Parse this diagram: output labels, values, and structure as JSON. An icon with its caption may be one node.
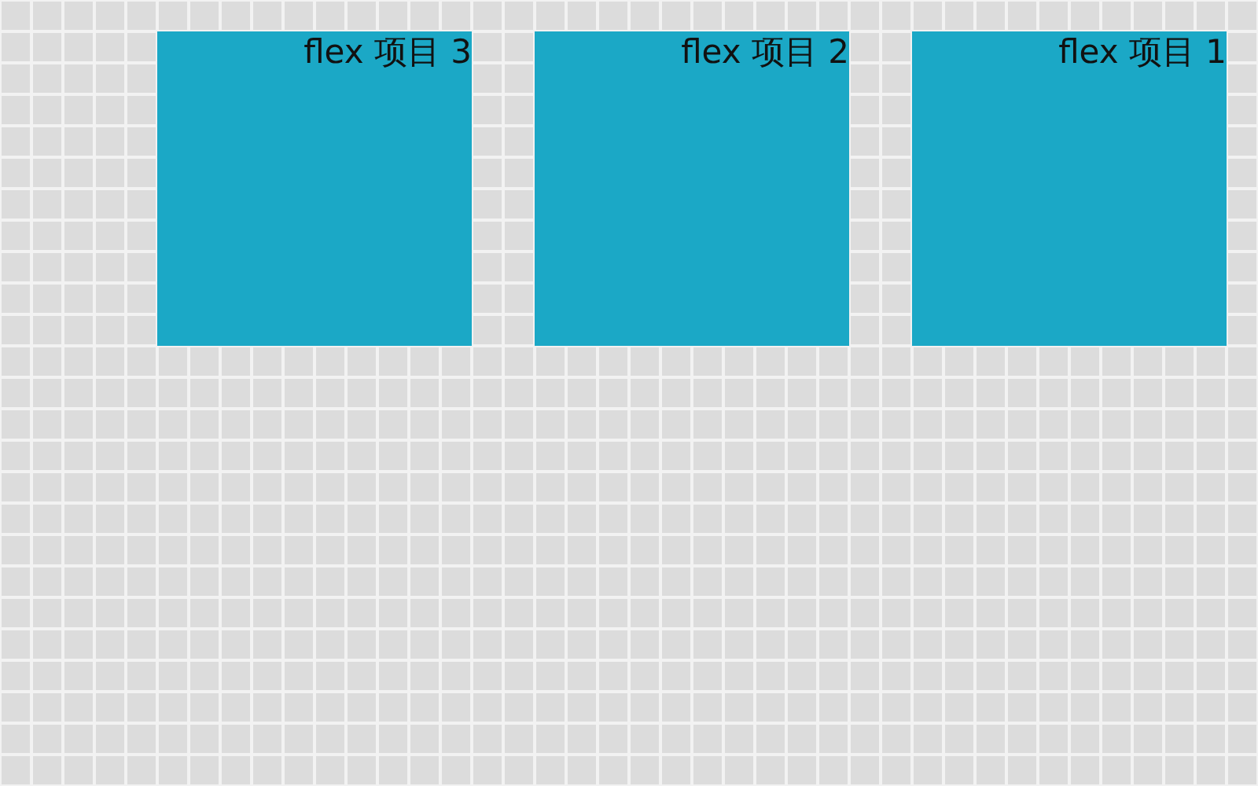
{
  "diagram": {
    "nodes": [
      {
        "text": [
          "flex 项目 3"
        ]
      },
      {
        "text": [
          "flex 项目 2"
        ]
      },
      {
        "text": [
          "flex 项目 1"
        ]
      }
    ]
  }
}
